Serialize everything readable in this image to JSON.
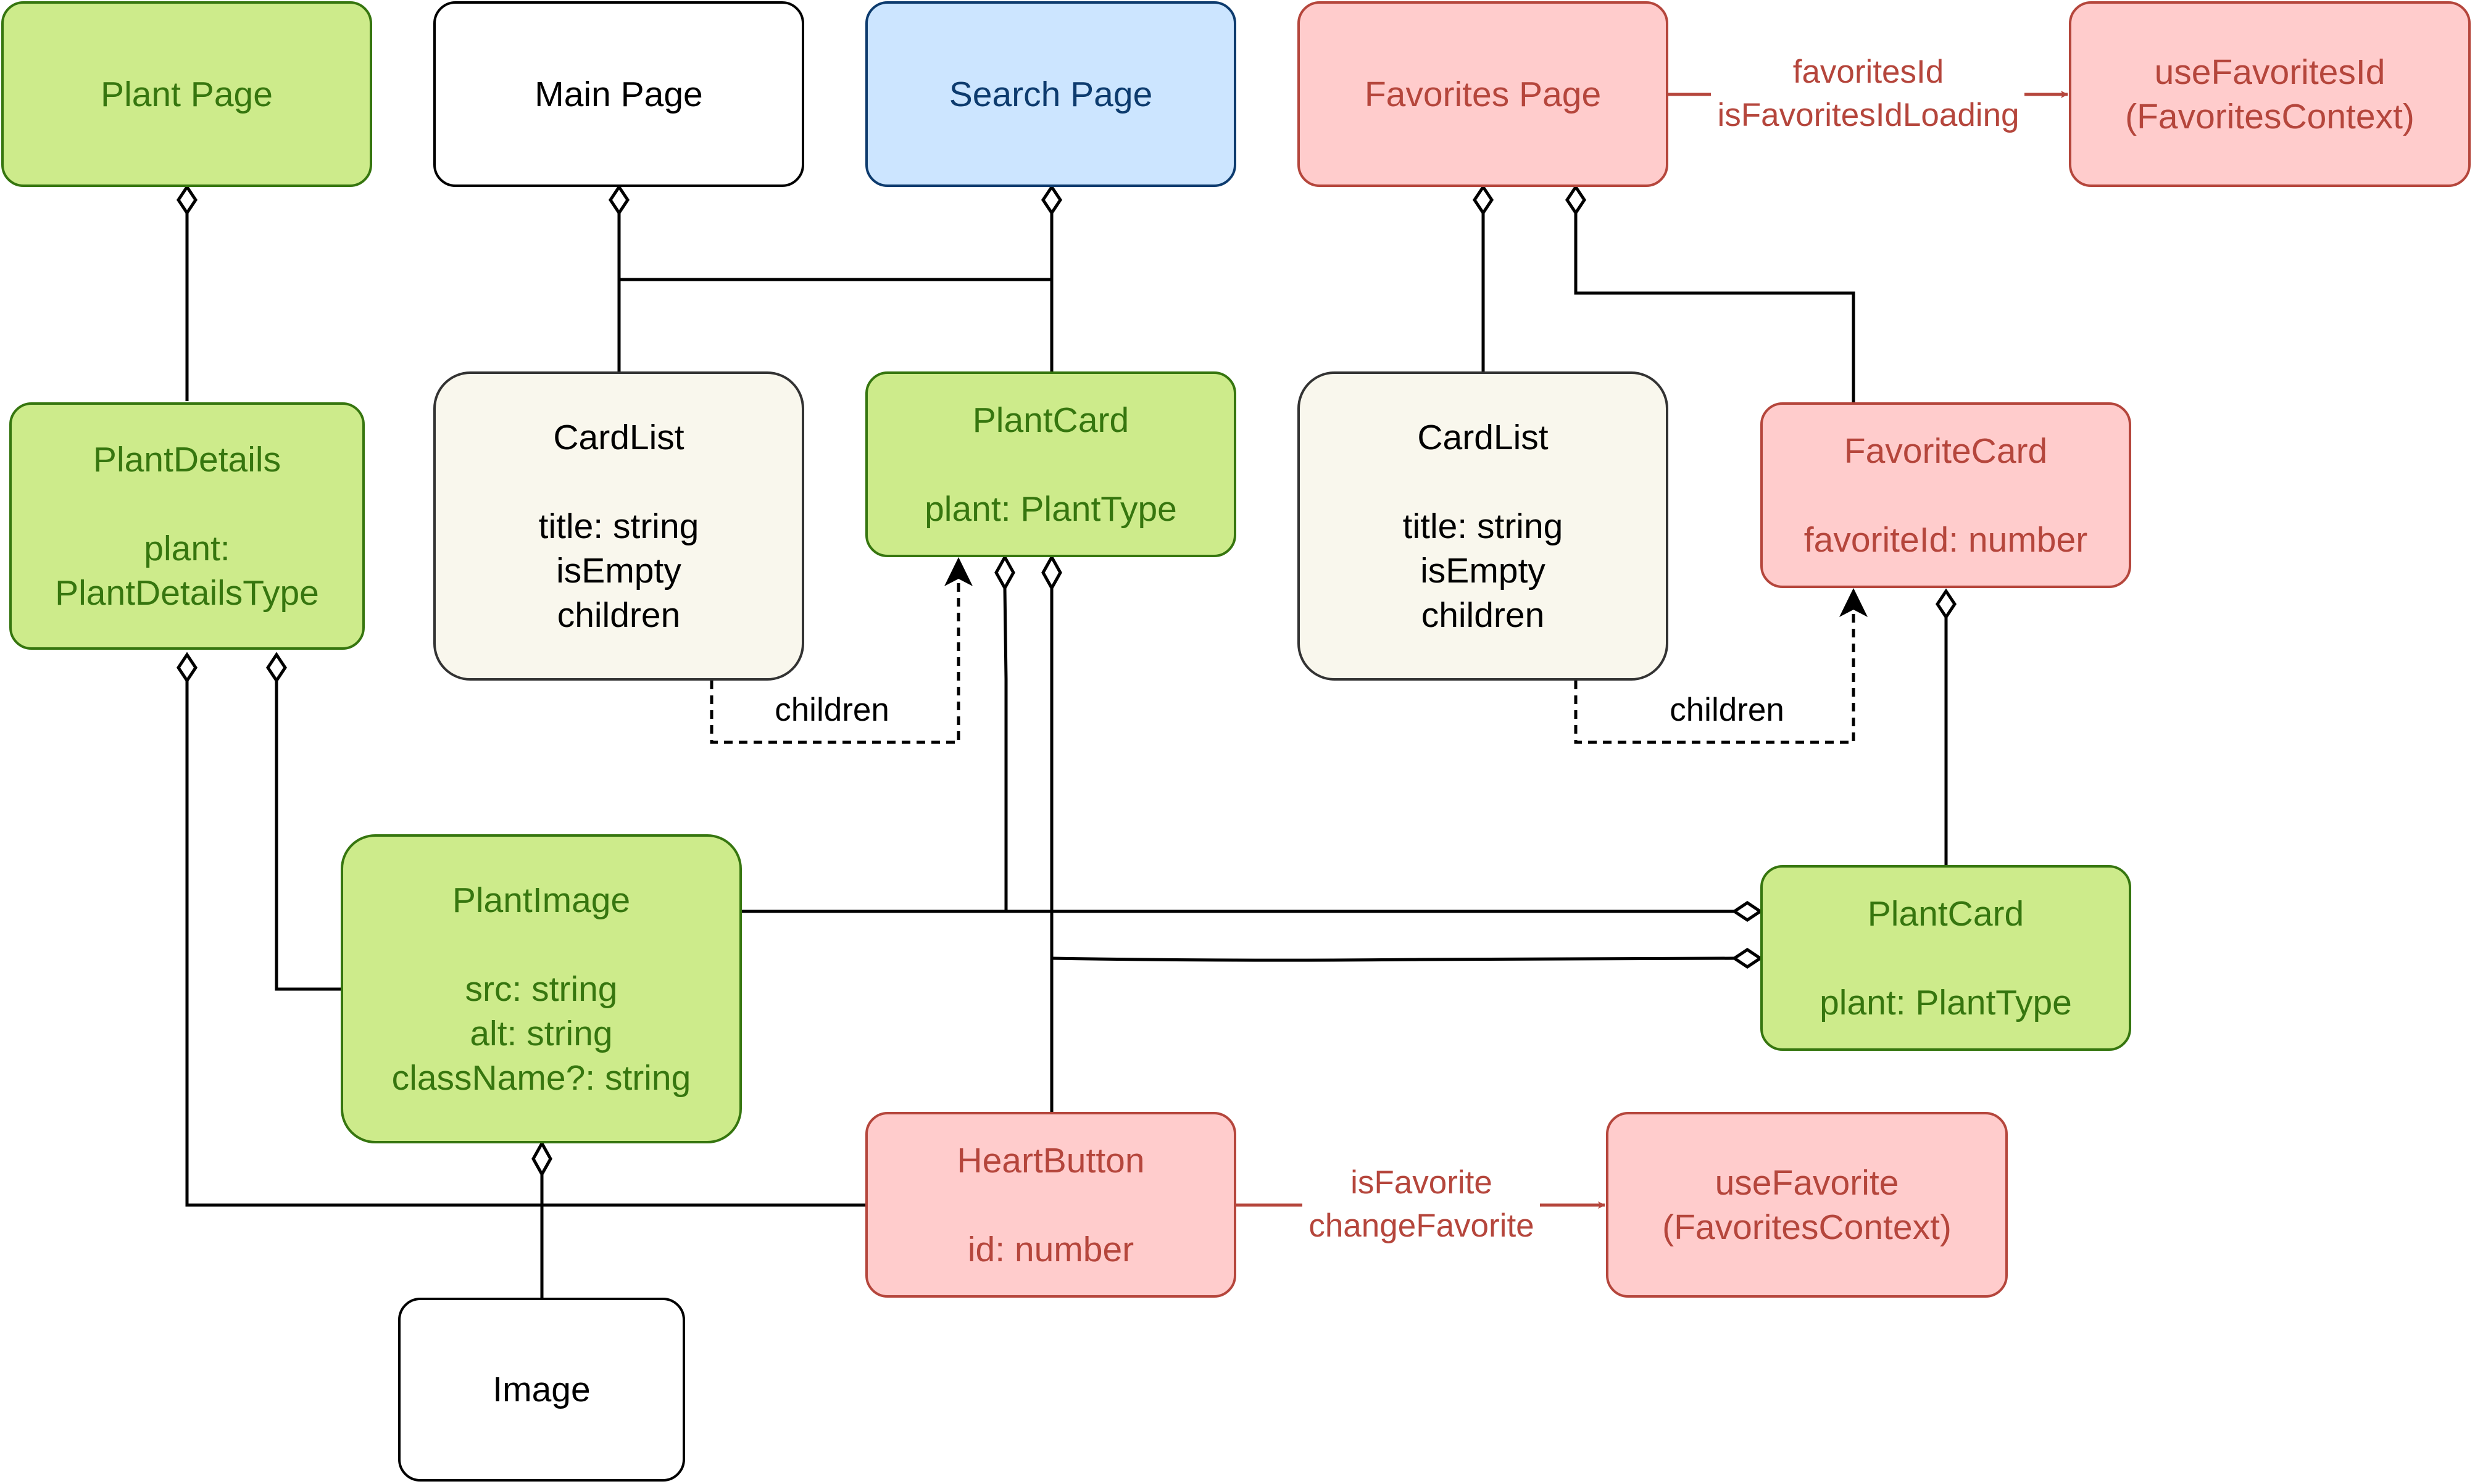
{
  "nodes": {
    "plant_page": {
      "lines": [
        "Plant Page"
      ]
    },
    "main_page": {
      "lines": [
        "Main Page"
      ]
    },
    "search_page": {
      "lines": [
        "Search Page"
      ]
    },
    "favorites_page": {
      "lines": [
        "Favorites Page"
      ]
    },
    "use_favorites_id": {
      "lines": [
        "useFavoritesId",
        "(FavoritesContext)"
      ]
    },
    "plant_details": {
      "title": "PlantDetails",
      "lines": [
        "plant:",
        "PlantDetailsType"
      ]
    },
    "cardlist_main": {
      "title": "CardList",
      "lines": [
        "title: string",
        "isEmpty",
        "children"
      ]
    },
    "plantcard_main": {
      "title": "PlantCard",
      "lines": [
        "plant: PlantType"
      ]
    },
    "cardlist_fav": {
      "title": "CardList",
      "lines": [
        "title: string",
        "isEmpty",
        "children"
      ]
    },
    "favorite_card": {
      "title": "FavoriteCard",
      "lines": [
        "favoriteId: number"
      ]
    },
    "plant_image": {
      "title": "PlantImage",
      "lines": [
        "src: string",
        "alt: string",
        "className?: string"
      ]
    },
    "plantcard_fav": {
      "title": "PlantCard",
      "lines": [
        "plant: PlantType"
      ]
    },
    "heart_button": {
      "title": "HeartButton",
      "lines": [
        "id: number"
      ]
    },
    "use_favorite": {
      "lines": [
        "useFavorite",
        "(FavoritesContext)"
      ]
    },
    "image": {
      "lines": [
        "Image"
      ]
    }
  },
  "edge_labels": {
    "favorites_flow": [
      "favoritesId",
      "isFavoritesIdLoading"
    ],
    "children_main": [
      "children"
    ],
    "children_fav": [
      "children"
    ],
    "favorite_flow": [
      "isFavorite",
      "changeFavorite"
    ]
  },
  "colors": {
    "component_green_fill": "#cdeb8b",
    "component_green_stroke": "#36760f",
    "search_blue_fill": "#cce5ff",
    "search_blue_stroke": "#0d3b6e",
    "favorites_red_fill": "#ffcccc",
    "favorites_red_stroke": "#b5463c",
    "list_cream_fill": "#f9f7ed",
    "connector": "#000000"
  }
}
